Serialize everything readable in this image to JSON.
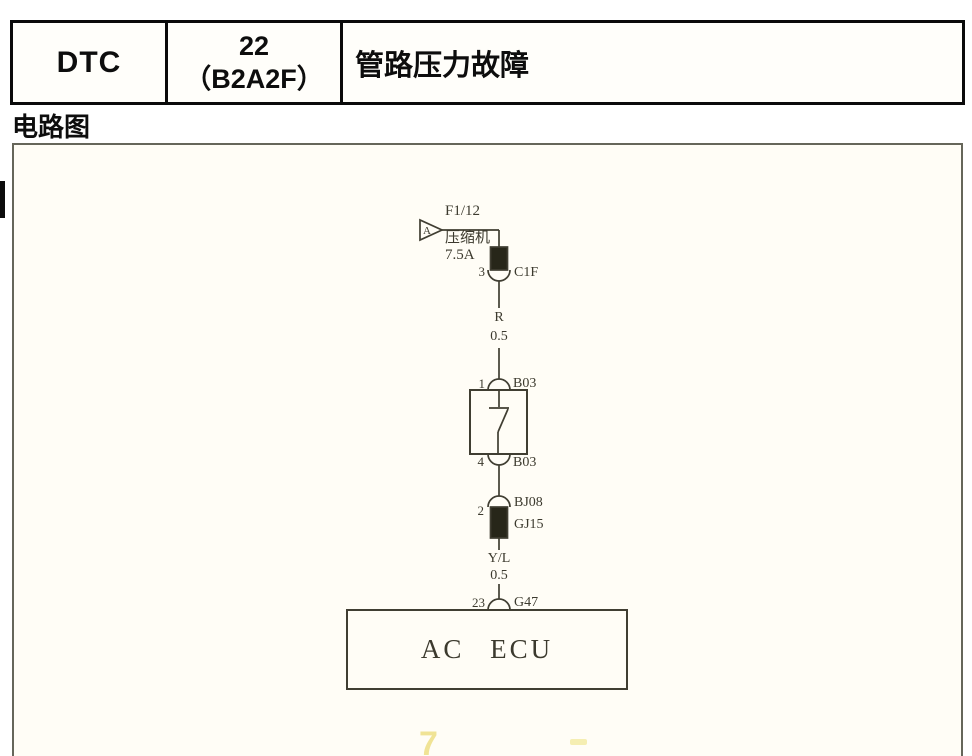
{
  "header": {
    "dtc_label": "DTC",
    "code_line1": "22",
    "code_line2": "（B2A2F）",
    "description": "管路压力故障"
  },
  "section_title": "电路图",
  "diagram": {
    "power_arrow_letter": "A",
    "fuse_name": "F1/12",
    "fuse_component": "压缩机",
    "fuse_rating": "7.5A",
    "c1f": {
      "pin": "3",
      "name": "C1F"
    },
    "wire_top": {
      "color_code": "R",
      "gauge": "0.5"
    },
    "b03_top": {
      "pin": "1",
      "name": "B03"
    },
    "b03_bottom": {
      "pin": "4",
      "name": "B03"
    },
    "bj08": {
      "pin": "2",
      "name": "BJ08"
    },
    "gj15": {
      "name": "GJ15"
    },
    "wire_bottom": {
      "color_code": "Y/L",
      "gauge": "0.5"
    },
    "g47": {
      "pin": "23",
      "name": "G47"
    },
    "ecu_label": "AC ECU",
    "watermark": "7"
  },
  "colors": {
    "ink": "#3c3a2e",
    "table_border": "#0a0a0a",
    "frame_border": "#66665a",
    "paper": "#fffdf6"
  }
}
